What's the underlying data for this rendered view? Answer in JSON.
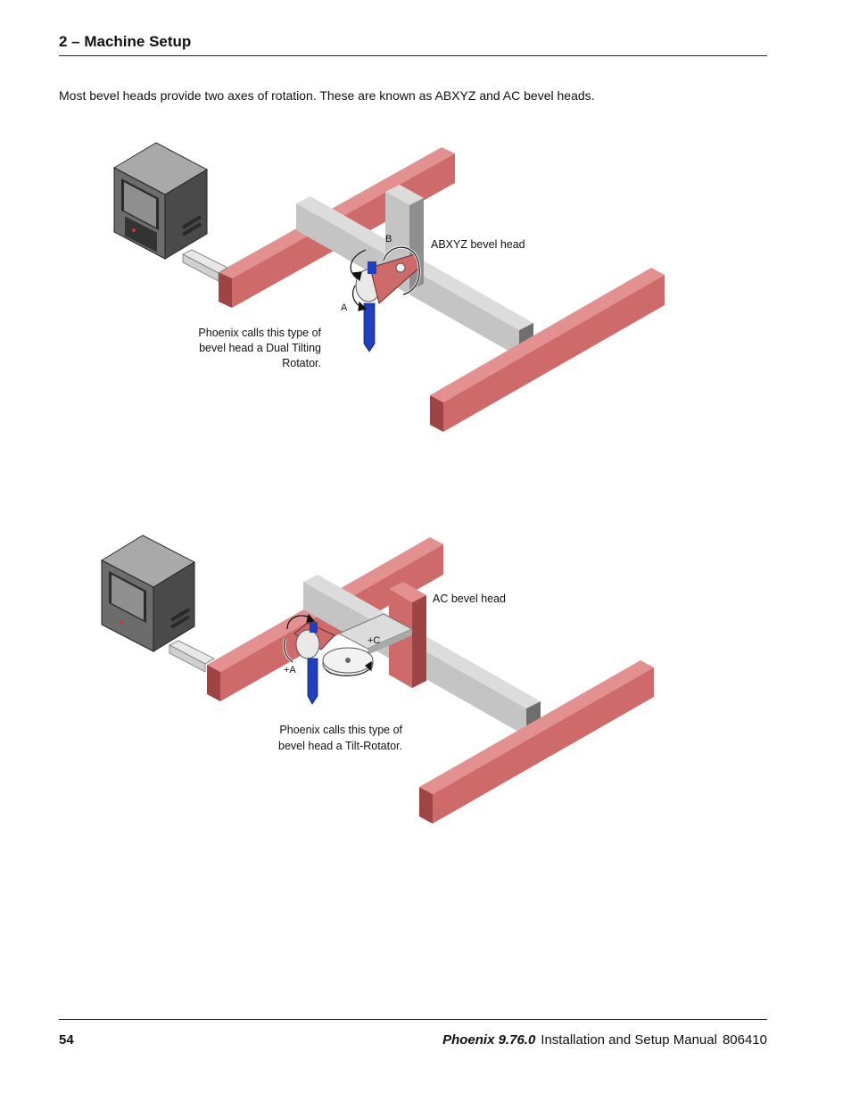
{
  "header": {
    "title": "2  –  Machine Setup"
  },
  "intro": "Most bevel heads provide two axes of rotation. These are known as ABXYZ and AC bevel heads.",
  "figure1": {
    "head_label": "ABXYZ bevel head",
    "axis_b": "B",
    "axis_a": "A",
    "caption_line1": "Phoenix calls this type of",
    "caption_line2": "bevel head a Dual Tilting",
    "caption_line3": "Rotator."
  },
  "figure2": {
    "head_label": "AC bevel head",
    "axis_c": "+C",
    "axis_a": "+A",
    "caption_line1": "Phoenix calls this type of",
    "caption_line2": "bevel head a Tilt-Rotator."
  },
  "footer": {
    "page": "54",
    "product": "Phoenix 9.76.0",
    "manual": "Installation and Setup Manual",
    "doc_number": "806410"
  },
  "colors": {
    "rail_front": "#cf6a6a",
    "rail_top": "#e39090",
    "rail_side": "#9e4444",
    "gantry_front": "#c4c4c4",
    "gantry_top": "#dcdcdc",
    "gantry_side": "#8e8e8e",
    "torch": "#1f3fbf"
  }
}
